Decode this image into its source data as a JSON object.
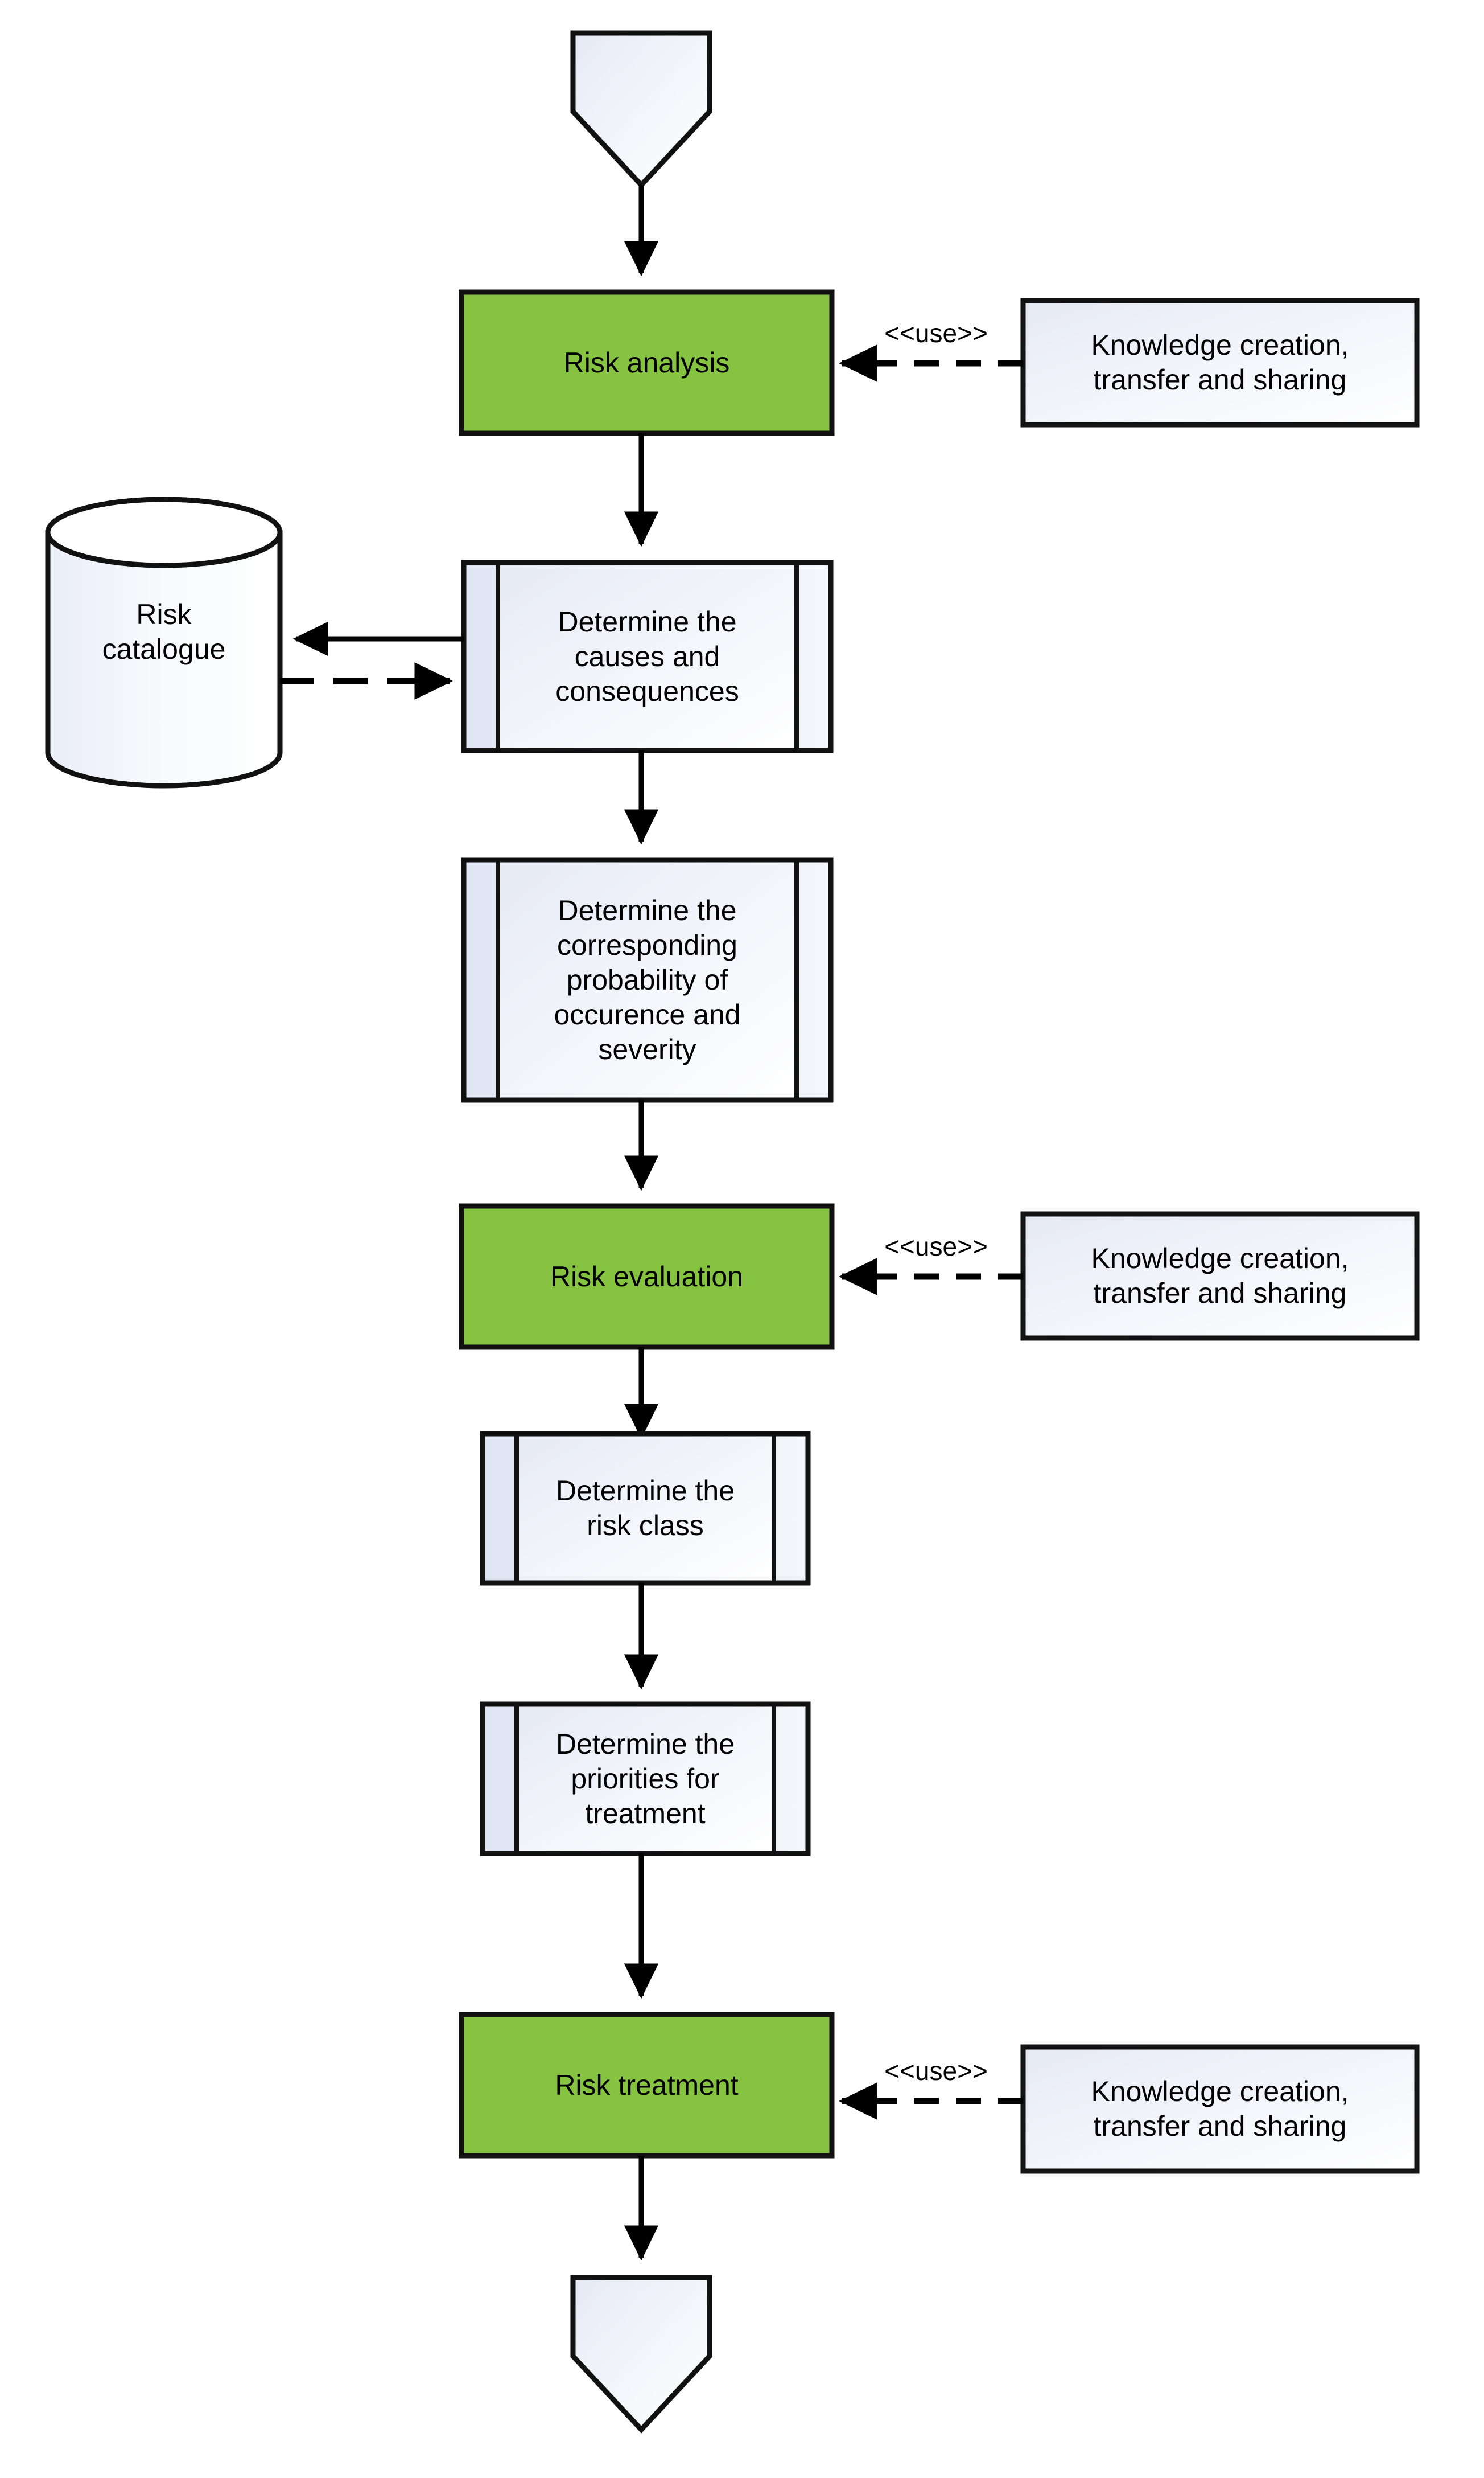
{
  "diagram": {
    "title": "Risk management process flowchart",
    "colors": {
      "process_fill": "#85c341",
      "shape_fill_light": "#f6f7fb",
      "shape_fill_tint": "#e8ecf6",
      "stroke": "#000000",
      "background": "#ffffff"
    },
    "start_node": {
      "label": "",
      "shape": "pentagon-down"
    },
    "end_node": {
      "label": "",
      "shape": "pentagon-down"
    },
    "nodes": [
      {
        "id": "risk-analysis",
        "label": "Risk analysis",
        "shape": "process",
        "fill": "#85c341"
      },
      {
        "id": "determine-causes",
        "label": "Determine the\ncauses and\nconsequences",
        "shape": "subprocess",
        "fill": "#f6f7fb"
      },
      {
        "id": "determine-probability",
        "label": "Determine the\ncorresponding\nprobability of\noccurence and\nseverity",
        "shape": "subprocess",
        "fill": "#f6f7fb"
      },
      {
        "id": "risk-evaluation",
        "label": "Risk evaluation",
        "shape": "process",
        "fill": "#85c341"
      },
      {
        "id": "determine-risk-class",
        "label": "Determine the\nrisk class",
        "shape": "subprocess",
        "fill": "#f6f7fb"
      },
      {
        "id": "determine-priorities",
        "label": "Determine the\npriorities for\ntreatment",
        "shape": "subprocess",
        "fill": "#f6f7fb"
      },
      {
        "id": "risk-treatment",
        "label": "Risk treatment",
        "shape": "process",
        "fill": "#85c341"
      }
    ],
    "data_store": {
      "id": "risk-catalogue",
      "label": "Risk\ncatalogue",
      "shape": "cylinder",
      "fill": "#f6f7fb"
    },
    "external_nodes": [
      {
        "id": "knowledge-1",
        "label": "Knowledge creation,\ntransfer and sharing",
        "shape": "rectangle",
        "fill": "#f6f7fb"
      },
      {
        "id": "knowledge-2",
        "label": "Knowledge creation,\ntransfer and sharing",
        "shape": "rectangle",
        "fill": "#f6f7fb"
      },
      {
        "id": "knowledge-3",
        "label": "Knowledge creation,\ntransfer and sharing",
        "shape": "rectangle",
        "fill": "#f6f7fb"
      }
    ],
    "stereotype_labels": [
      {
        "id": "use-1",
        "text": "<<use>>"
      },
      {
        "id": "use-2",
        "text": "<<use>>"
      },
      {
        "id": "use-3",
        "text": "<<use>>"
      }
    ],
    "connectors": [
      {
        "id": "start-to-risk-analysis",
        "from": "start_node",
        "to": "risk-analysis",
        "style": "solid",
        "arrow": "filled"
      },
      {
        "id": "risk-analysis-to-causes",
        "from": "risk-analysis",
        "to": "determine-causes",
        "style": "solid",
        "arrow": "filled"
      },
      {
        "id": "causes-to-catalogue",
        "from": "determine-causes",
        "to": "risk-catalogue",
        "style": "solid",
        "arrow": "filled"
      },
      {
        "id": "catalogue-to-causes",
        "from": "risk-catalogue",
        "to": "determine-causes",
        "style": "dashed",
        "arrow": "filled"
      },
      {
        "id": "causes-to-probability",
        "from": "determine-causes",
        "to": "determine-probability",
        "style": "solid",
        "arrow": "filled"
      },
      {
        "id": "probability-to-evaluation",
        "from": "determine-probability",
        "to": "risk-evaluation",
        "style": "solid",
        "arrow": "filled"
      },
      {
        "id": "evaluation-to-risk-class",
        "from": "risk-evaluation",
        "to": "determine-risk-class",
        "style": "solid",
        "arrow": "filled"
      },
      {
        "id": "risk-class-to-priorities",
        "from": "determine-risk-class",
        "to": "determine-priorities",
        "style": "solid",
        "arrow": "filled"
      },
      {
        "id": "priorities-to-treatment",
        "from": "determine-priorities",
        "to": "risk-treatment",
        "style": "solid",
        "arrow": "filled"
      },
      {
        "id": "treatment-to-end",
        "from": "risk-treatment",
        "to": "end_node",
        "style": "solid",
        "arrow": "filled"
      },
      {
        "id": "knowledge1-to-analysis",
        "from": "knowledge-1",
        "to": "risk-analysis",
        "style": "dashed",
        "arrow": "filled",
        "label": "<<use>>"
      },
      {
        "id": "knowledge2-to-evaluation",
        "from": "knowledge-2",
        "to": "risk-evaluation",
        "style": "dashed",
        "arrow": "filled",
        "label": "<<use>>"
      },
      {
        "id": "knowledge3-to-treatment",
        "from": "knowledge-3",
        "to": "risk-treatment",
        "style": "dashed",
        "arrow": "filled",
        "label": "<<use>>"
      }
    ]
  }
}
